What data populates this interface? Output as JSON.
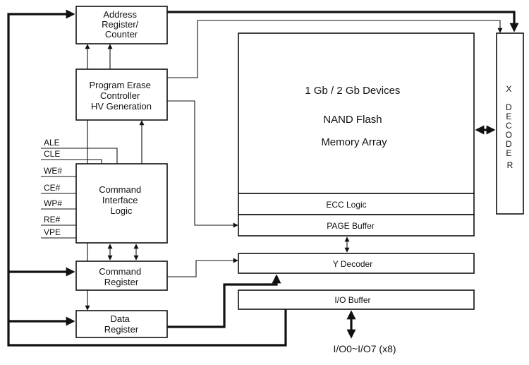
{
  "blocks": {
    "address_register": [
      "Address",
      "Register/",
      "Counter"
    ],
    "program_erase_controller": [
      "Program Erase",
      "Controller",
      "HV Generation"
    ],
    "command_interface_logic": [
      "Command",
      "Interface",
      "Logic"
    ],
    "command_register": [
      "Command",
      "Register"
    ],
    "data_register": [
      "Data",
      "Register"
    ],
    "memory_array": [
      "1 Gb / 2 Gb Devices",
      "NAND Flash",
      "Memory Array"
    ],
    "ecc_logic": "ECC Logic",
    "page_buffer": "PAGE Buffer",
    "y_decoder": "Y Decoder",
    "io_buffer": "I/O Buffer",
    "x_decoder": [
      "X",
      "D",
      "E",
      "C",
      "O",
      "D",
      "E",
      "R"
    ]
  },
  "signals": [
    "ALE",
    "CLE",
    "WE#",
    "CE#",
    "WP#",
    "RE#",
    "VPE"
  ],
  "io_label": "I/O0~I/O7 (x8)"
}
